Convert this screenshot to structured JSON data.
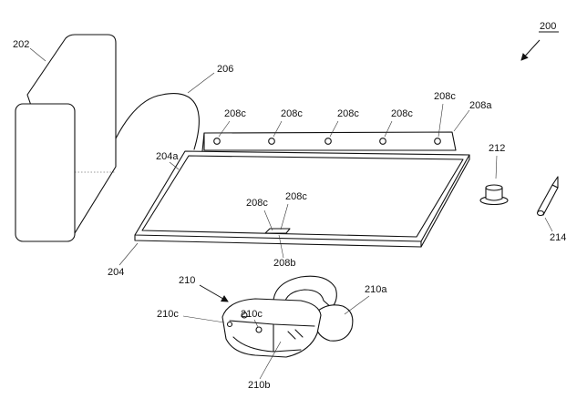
{
  "labels": {
    "figure_ref": "200",
    "device_202": "202",
    "cable_206": "206",
    "display_204": "204",
    "screen_204a": "204a",
    "bar_208a": "208a",
    "camera_208b": "208b",
    "sensor_208c": "208c",
    "puck_212": "212",
    "stylus_214": "214",
    "headset_210": "210",
    "headset_210a": "210a",
    "headset_210b": "210b",
    "headset_210c": "210c"
  }
}
